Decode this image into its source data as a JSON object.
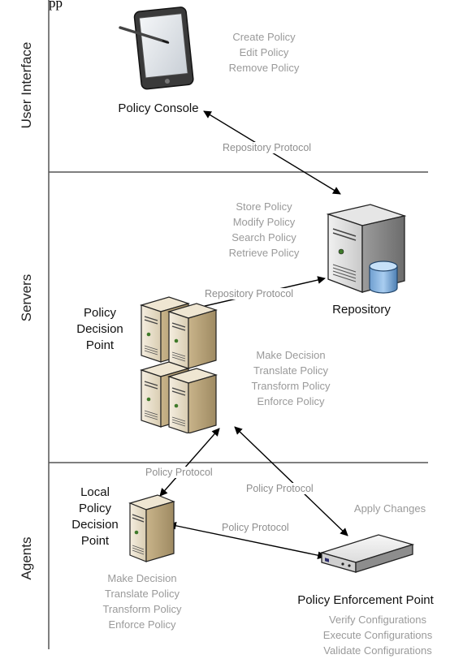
{
  "caption_fragment": "pp",
  "lanes": {
    "user_interface": "User Interface",
    "servers": "Servers",
    "agents": "Agents"
  },
  "policy_console": {
    "label": "Policy Console",
    "actions": [
      "Create Policy",
      "Edit Policy",
      "Remove Policy"
    ]
  },
  "repository": {
    "label": "Repository",
    "actions": [
      "Store Policy",
      "Modify Policy",
      "Search Policy",
      "Retrieve Policy"
    ]
  },
  "pdp": {
    "label_lines": [
      "Policy",
      "Decision",
      "Point"
    ],
    "actions": [
      "Make Decision",
      "Translate Policy",
      "Transform Policy",
      "Enforce Policy"
    ]
  },
  "local_pdp": {
    "label_lines": [
      "Local",
      "Policy",
      "Decision",
      "Point"
    ],
    "actions": [
      "Make Decision",
      "Translate Policy",
      "Transform Policy",
      "Enforce Policy"
    ]
  },
  "pep": {
    "label": "Policy Enforcement Point",
    "top_action": "Apply Changes",
    "actions": [
      "Verify Configurations",
      "Execute Configurations",
      "Validate Configurations"
    ]
  },
  "protocols": {
    "console_repo": "Repository Protocol",
    "repo_pdp": "Repository Protocol",
    "pdp_local": "Policy Protocol",
    "pdp_pep": "Policy Protocol",
    "local_pep": "Policy Protocol"
  }
}
